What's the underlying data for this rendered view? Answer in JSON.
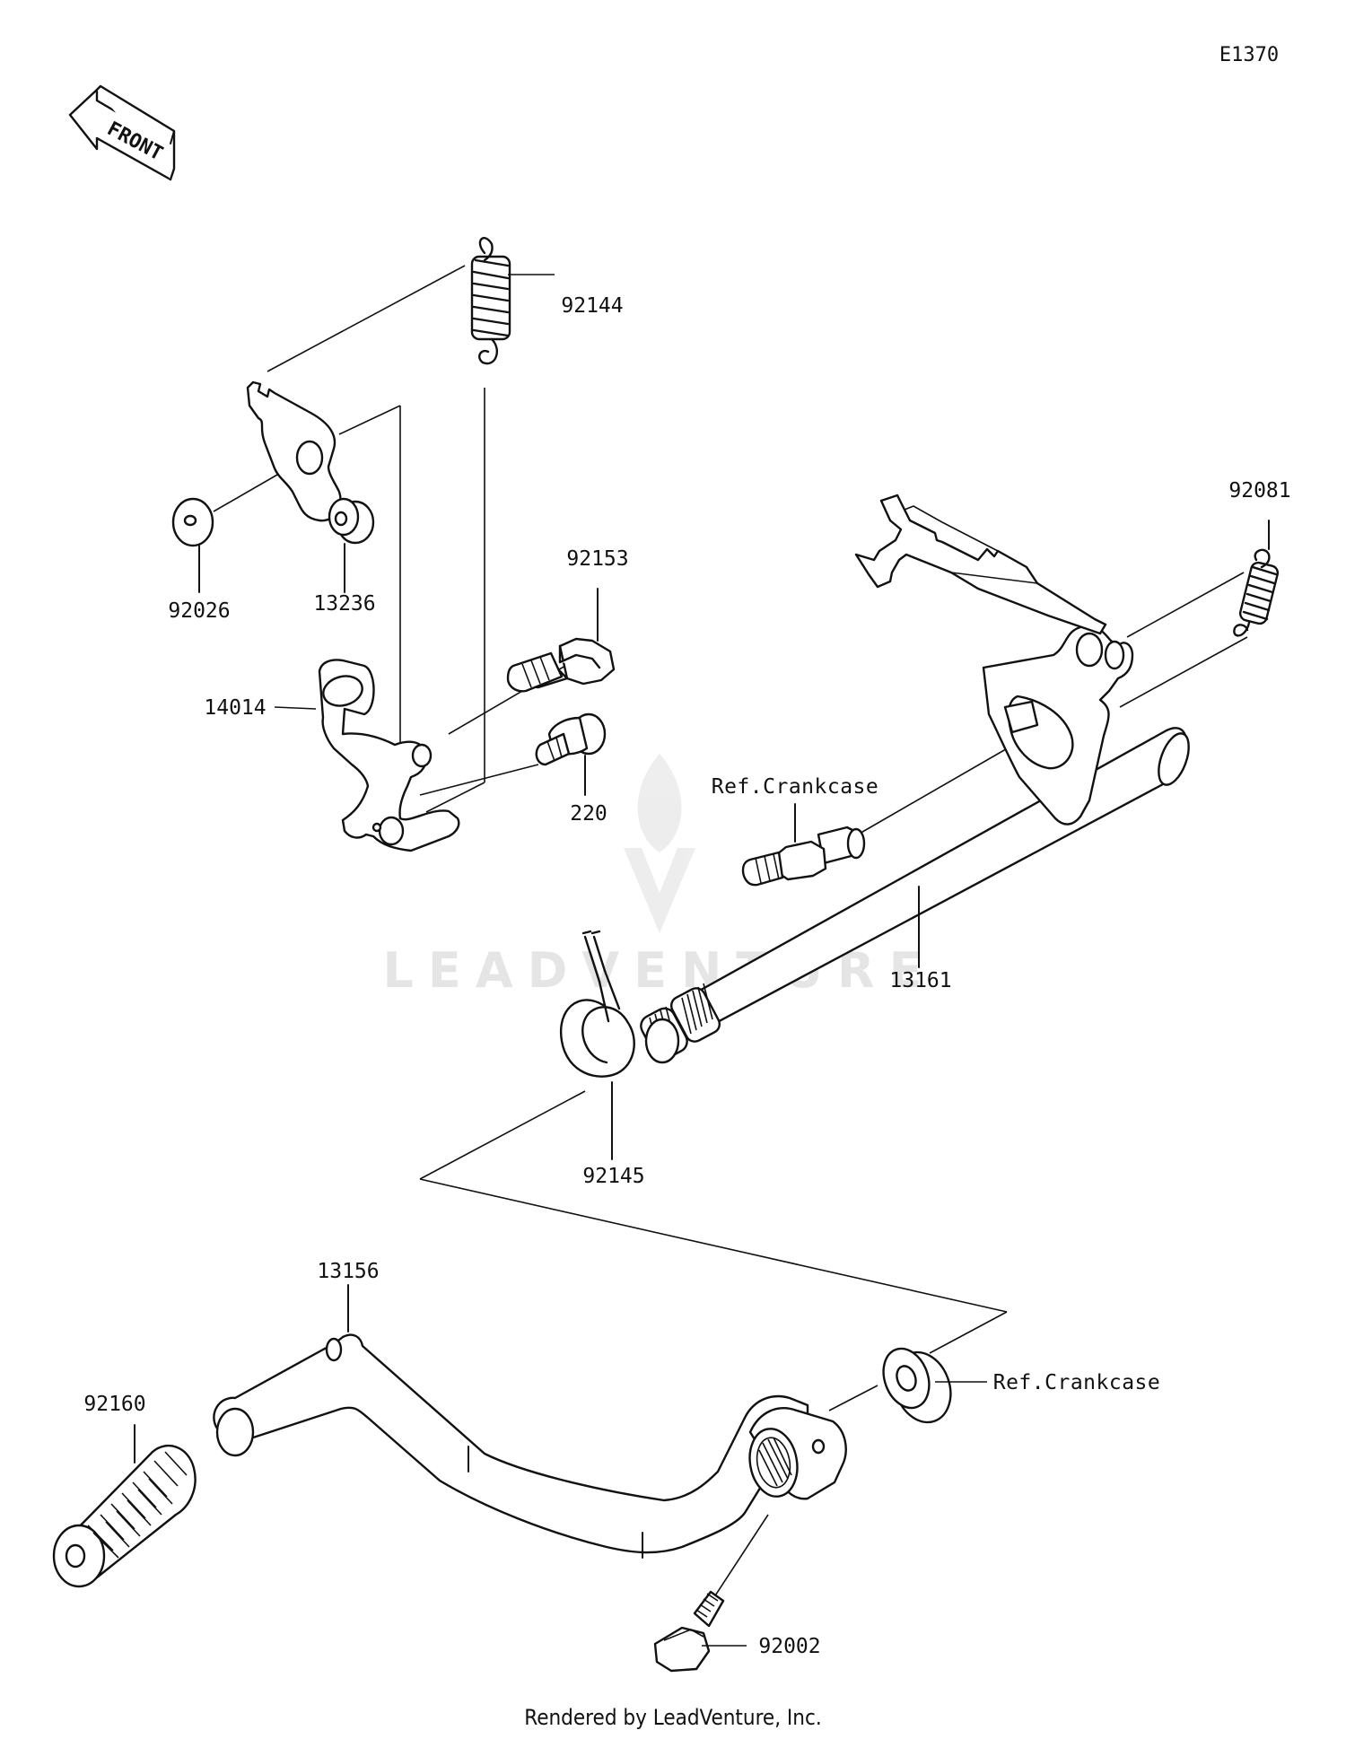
{
  "diagram": {
    "code": "E1370",
    "front_arrow_text": "FRONT",
    "footer": "Rendered by LeadVenture, Inc.",
    "watermark_text": "LEADVENTURE",
    "parts": [
      {
        "id": "92144",
        "label": "92144"
      },
      {
        "id": "92026",
        "label": "92026"
      },
      {
        "id": "13236",
        "label": "13236"
      },
      {
        "id": "92153",
        "label": "92153"
      },
      {
        "id": "14014",
        "label": "14014"
      },
      {
        "id": "220",
        "label": "220"
      },
      {
        "id": "92081",
        "label": "92081"
      },
      {
        "id": "ref-crankcase-top",
        "label": "Ref.Crankcase"
      },
      {
        "id": "13161",
        "label": "13161"
      },
      {
        "id": "92145",
        "label": "92145"
      },
      {
        "id": "13156",
        "label": "13156"
      },
      {
        "id": "ref-crankcase-bottom",
        "label": "Ref.Crankcase"
      },
      {
        "id": "92160",
        "label": "92160"
      },
      {
        "id": "92002",
        "label": "92002"
      }
    ]
  },
  "colors": {
    "line": "#111111",
    "background": "#ffffff",
    "watermark": "#e3e3e3"
  }
}
